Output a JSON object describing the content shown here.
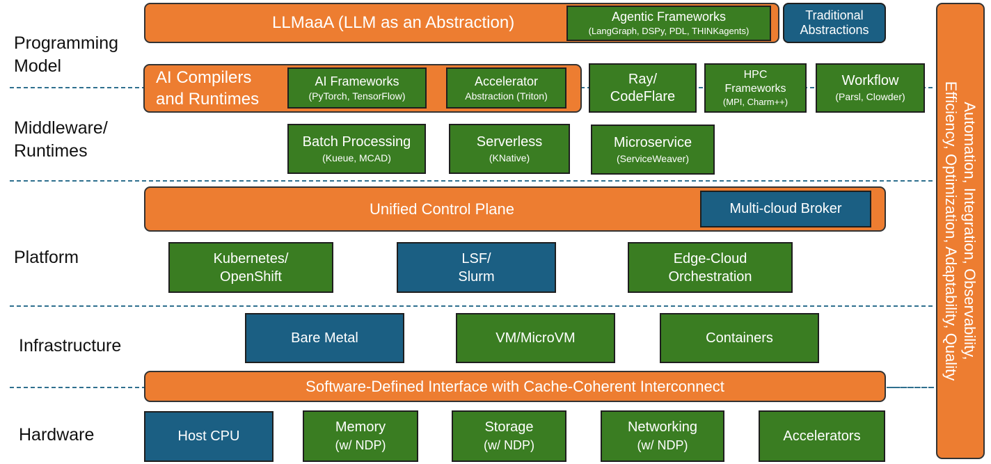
{
  "layers": {
    "programming_model": "Programming\nModel",
    "middleware": "Middleware/\nRuntimes",
    "platform": "Platform",
    "infrastructure": "Infrastructure",
    "hardware": "Hardware"
  },
  "programming": {
    "llmaaa": "LLMaaA (LLM as an Abstraction)",
    "agentic_title": "Agentic Frameworks",
    "agentic_sub": "(LangGraph, DSPy, PDL, THINKagents)",
    "traditional": "Traditional\nAbstractions"
  },
  "compilers": {
    "title": "AI Compilers\nand Runtimes",
    "ai_frameworks_title": "AI Frameworks",
    "ai_frameworks_sub": "(PyTorch, TensorFlow)",
    "accelerator_title": "Accelerator",
    "accelerator_sub": "Abstraction (Triton)",
    "ray": "Ray/\nCodeFlare",
    "hpc_title": "HPC\nFrameworks",
    "hpc_sub": "(MPI, Charm++)",
    "workflow_title": "Workflow",
    "workflow_sub": "(Parsl, Clowder)"
  },
  "middleware": {
    "batch_title": "Batch Processing",
    "batch_sub": "(Kueue, MCAD)",
    "serverless_title": "Serverless",
    "serverless_sub": "(KNative)",
    "microservice_title": "Microservice",
    "microservice_sub": "(ServiceWeaver)"
  },
  "platform": {
    "ucp": "Unified Control Plane",
    "broker": "Multi-cloud Broker",
    "kubernetes": "Kubernetes/\nOpenShift",
    "lsf": "LSF/\nSlurm",
    "edge": "Edge-Cloud\nOrchestration"
  },
  "infrastructure": {
    "bare_metal": "Bare Metal",
    "vm": "VM/MicroVM",
    "containers": "Containers"
  },
  "interconnect": "Software-Defined Interface with Cache-Coherent Interconnect",
  "hardware": {
    "cpu": "Host CPU",
    "memory_title": "Memory",
    "memory_sub": "(w/ NDP)",
    "storage_title": "Storage",
    "storage_sub": "(w/ NDP)",
    "networking_title": "Networking",
    "networking_sub": "(w/ NDP)",
    "accelerators": "Accelerators"
  },
  "side_bar": "Automation, Integration, Observability,\nEfficiency, Optimization, Adaptability, Quality",
  "colors": {
    "orange": "#ed7d31",
    "green": "#3a7d22",
    "blue": "#1b5f83",
    "dash": "#2e6f8e"
  }
}
